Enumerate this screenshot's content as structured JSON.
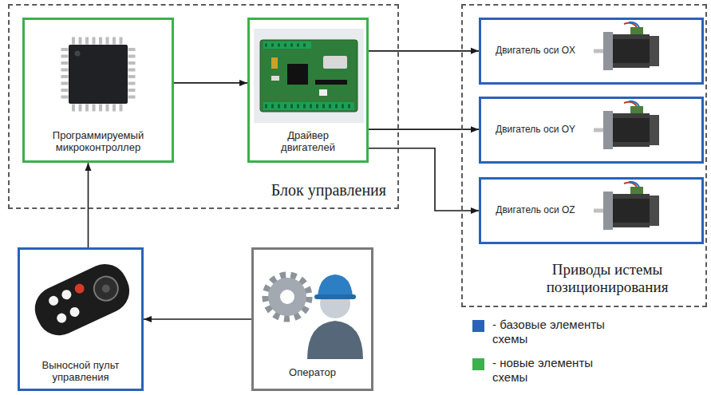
{
  "diagram": {
    "nodes": [
      {
        "text": [
          "Блок управления"
        ]
      },
      {
        "text": [
          "Программируемый микроконтроллер"
        ],
        "in": 0
      },
      {
        "text": [
          "Драйвер двигателей"
        ],
        "in": 0
      },
      {
        "text": [
          "Приводы истемы позиционирования"
        ]
      },
      {
        "text": [
          "Двигатель оси OX"
        ],
        "in": 3
      },
      {
        "text": [
          "Двигатель оси OY"
        ],
        "in": 3
      },
      {
        "text": [
          "Двигатель оси OZ"
        ],
        "in": 3
      },
      {
        "text": [
          "Выносной пульт управления"
        ]
      },
      {
        "text": [
          "Оператор"
        ]
      }
    ],
    "edges": [
      {
        "from": 8,
        "to": 7,
        "arrow": "to"
      },
      {
        "from": 7,
        "to": 1,
        "arrow": "to"
      },
      {
        "from": 1,
        "to": 2,
        "arrow": "to"
      },
      {
        "from": 2,
        "to": 4,
        "arrow": "to"
      },
      {
        "from": 2,
        "to": 5,
        "arrow": "to"
      },
      {
        "from": 2,
        "to": 6,
        "arrow": "to"
      }
    ],
    "legend": [
      {
        "text": "- базовые элементы схемы",
        "color": "#2a62b8"
      },
      {
        "text": "- новые элементы схемы",
        "color": "#3cb04c"
      }
    ]
  }
}
